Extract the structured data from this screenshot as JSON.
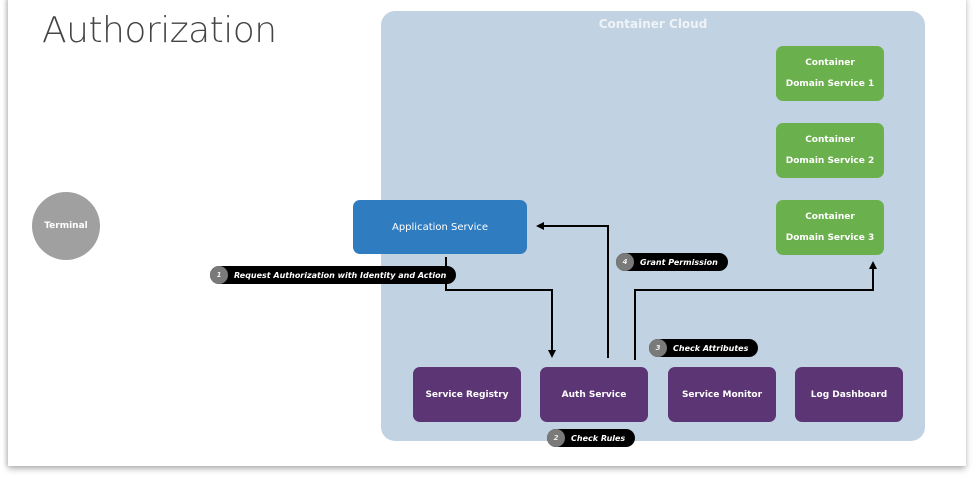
{
  "slide": {
    "title": "Authorization"
  },
  "terminal": {
    "label": "Terminal"
  },
  "cloud": {
    "title": "Container Cloud",
    "application_service": "Application Service",
    "domain_services": [
      {
        "line1": "Container",
        "line2": "Domain Service 1"
      },
      {
        "line1": "Container",
        "line2": "Domain Service 2"
      },
      {
        "line1": "Container",
        "line2": "Domain Service 3"
      }
    ],
    "platform_services": [
      {
        "label": "Service Registry"
      },
      {
        "label": "Auth Service"
      },
      {
        "label": "Service Monitor"
      },
      {
        "label": "Log Dashboard"
      }
    ]
  },
  "steps": [
    {
      "num": "1",
      "label": "Request Authorization with Identity and Action"
    },
    {
      "num": "2",
      "label": "Check Rules"
    },
    {
      "num": "3",
      "label": "Check Attributes"
    },
    {
      "num": "4",
      "label": "Grant Permission"
    }
  ],
  "colors": {
    "cloud_bg": "#c1d2e2",
    "domain_service": "#6ab04c",
    "platform_service": "#5c3575",
    "application_service": "#2f7cc0",
    "terminal": "#a0a0a0",
    "step_pill": "#000000"
  }
}
